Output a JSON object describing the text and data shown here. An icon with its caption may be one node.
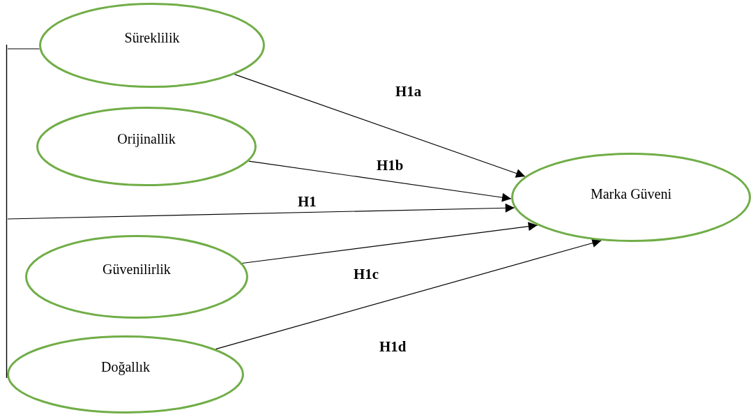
{
  "diagram": {
    "nodes": [
      {
        "text": [
          "Süreklilik"
        ]
      },
      {
        "text": [
          "Orijinallik"
        ]
      },
      {
        "text": [
          "Güvenilirlik"
        ]
      },
      {
        "text": [
          "Doğallık"
        ]
      },
      {
        "text": [
          "Marka Güveni"
        ]
      },
      {
        "text": [],
        "shape": "bar"
      }
    ],
    "edges": [
      {
        "from": 0,
        "to": 4,
        "arrow": "to",
        "label": "H1a"
      },
      {
        "from": 1,
        "to": 4,
        "arrow": "to",
        "label": "H1b"
      },
      {
        "from": 5,
        "to": 4,
        "arrow": "to",
        "label": "H1"
      },
      {
        "from": 2,
        "to": 4,
        "arrow": "to",
        "label": "H1c"
      },
      {
        "from": 3,
        "to": 4,
        "arrow": "to",
        "label": "H1d"
      },
      {
        "from": 5,
        "to": 0,
        "arrow": "none"
      }
    ]
  }
}
